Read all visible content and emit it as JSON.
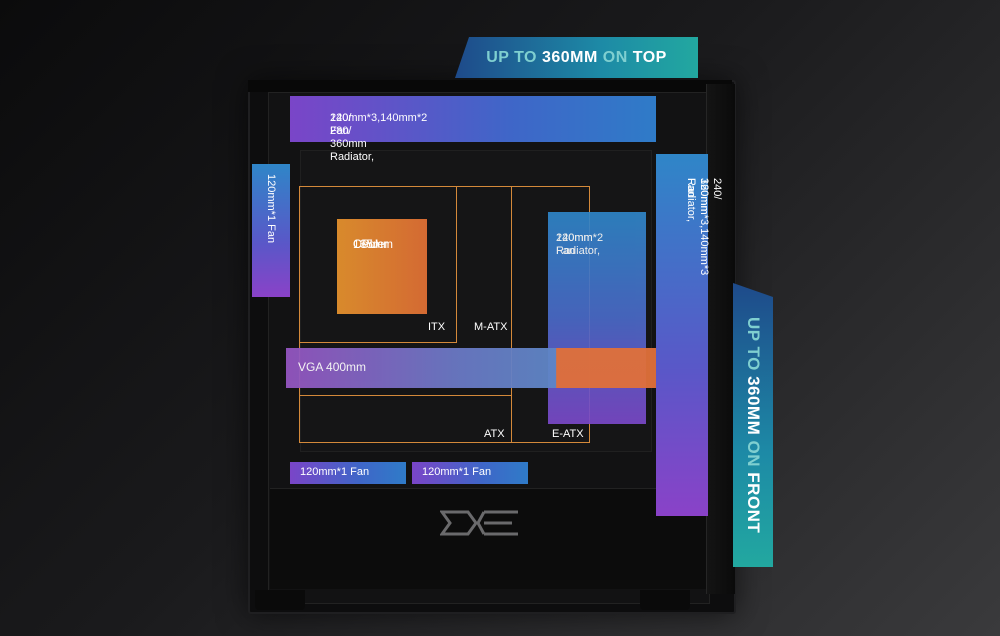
{
  "banners": {
    "top": {
      "part1": "UP TO ",
      "part2": "360MM",
      "part3": " ON ",
      "part4": "TOP"
    },
    "front": {
      "part1": "UP TO ",
      "part2": "360MM",
      "part3": " ON ",
      "part4": "FRONT"
    }
  },
  "zones": {
    "top_radiator": {
      "line1": "240/ 280/ 360mm Radiator,",
      "line2": "120mm*3,140mm*2 Fan"
    },
    "rear_fan": {
      "label": "120mm*1 Fan"
    },
    "front_radiator": {
      "line1": "240/ 360mm Radiator,",
      "line2": "120mm*3,140mm*3 Fan"
    },
    "inner_radiator": {
      "line1": "240mm Radiator,",
      "line2": "120mm*2 Fan"
    },
    "cpu_cooler": {
      "line1": "CPU",
      "line2": "Cooler",
      "line3": "165mm"
    },
    "vga": {
      "label": "VGA 400mm"
    },
    "bottom_fan_1": {
      "label": "120mm*1 Fan"
    },
    "bottom_fan_2": {
      "label": "120mm*1 Fan"
    }
  },
  "form_factors": {
    "itx": "ITX",
    "matx": "M-ATX",
    "atx": "ATX",
    "eatx": "E-ATX"
  },
  "brand": {
    "logo_icon": "darkflash-logo-icon"
  },
  "colors": {
    "accent_orange": "#d4893a",
    "banner_teal": "#1d8aa6",
    "zone_purple": "#7a45c8",
    "zone_blue": "#2f7bc8"
  }
}
